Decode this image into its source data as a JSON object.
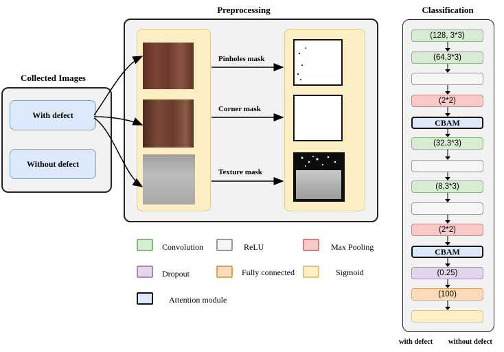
{
  "titles": {
    "collected": "Collected Images",
    "preprocessing": "Preprocessing",
    "classification": "Classification"
  },
  "collected": {
    "with_defect": "With defect",
    "without_defect": "Without  defect"
  },
  "masks": {
    "pinholes": "Pinholes mask",
    "corner": "Corner mask",
    "texture": "Texture mask"
  },
  "layers": [
    {
      "type": "conv",
      "label": "(128, 3*3)"
    },
    {
      "type": "conv",
      "label": "(64,3*3)"
    },
    {
      "type": "relu",
      "label": ""
    },
    {
      "type": "pool",
      "label": "(2*2)"
    },
    {
      "type": "att",
      "label": "CBAM"
    },
    {
      "type": "conv",
      "label": "(32,3*3)"
    },
    {
      "type": "relu",
      "label": ""
    },
    {
      "type": "conv",
      "label": "(8,3*3)"
    },
    {
      "type": "relu",
      "label": ""
    },
    {
      "type": "pool",
      "label": "(2*2)"
    },
    {
      "type": "att",
      "label": "CBAM"
    },
    {
      "type": "drop",
      "label": "(0.25)"
    },
    {
      "type": "fc",
      "label": "(100)"
    },
    {
      "type": "sig",
      "label": ""
    }
  ],
  "outputs": {
    "with": "with defect",
    "without": "without defect"
  },
  "legend": {
    "convolution": "Convolution",
    "relu": "ReLU",
    "max_pooling": "Max Pooling",
    "dropout": "Dropout",
    "fully_connected": "Fully connected",
    "sigmoid": "Sigmoid",
    "attention": "Attention module"
  },
  "colors": {
    "conv": "#d8ecd4",
    "relu": "#f5f5f5",
    "pool": "#f7c9c9",
    "attention": "#dbe9fb",
    "dropout": "#e3d6ec",
    "fc": "#fcdcb8",
    "sigmoid": "#fdf0c6"
  }
}
